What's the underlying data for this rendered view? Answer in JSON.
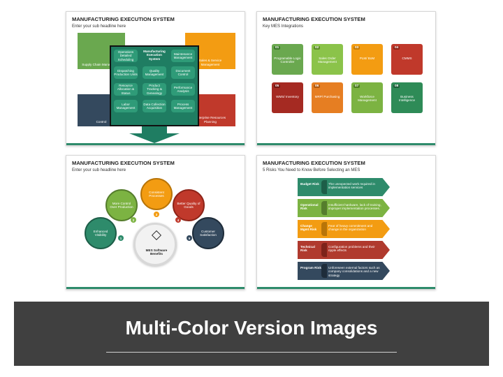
{
  "slides": [
    {
      "title": "MANUFACTURING EXECUTION SYSTEM",
      "subtitle": "Enter your sub headline here",
      "center_title": "Manufacturing Execution System",
      "cells": [
        "Operations Detailed Scheduling",
        "Maintenance Management",
        "Dispatching Production Units",
        "Quality Management",
        "Document Control",
        "Resource Allocation & Status",
        "Product Tracking & Genealogy",
        "Performance Analysis",
        "Labor Management",
        "Data Collection Acquisition",
        "Process Management"
      ],
      "blocks": [
        "Supply Chain Management",
        "Sales & Service Management",
        "Control",
        "Enterprise Resources Planning"
      ]
    },
    {
      "title": "MANUFACTURING EXECUTION SYSTEM",
      "subtitle": "Key MES Integrations",
      "tiles": [
        {
          "num": "01",
          "label": "Programable Logic Controller",
          "color": "#6aa84f"
        },
        {
          "num": "02",
          "label": "Sales Order Management",
          "color": "#8bc34a"
        },
        {
          "num": "03",
          "label": "PLM/ BoM",
          "color": "#f39c12"
        },
        {
          "num": "04",
          "label": "CMMS",
          "color": "#c0392b"
        },
        {
          "num": "05",
          "label": "WMS/ Inventory",
          "color": "#a52a22"
        },
        {
          "num": "06",
          "label": "MRP/ Purchasing",
          "color": "#e67e22"
        },
        {
          "num": "07",
          "label": "Workforce Management",
          "color": "#7cb342"
        },
        {
          "num": "08",
          "label": "Business Intelligence",
          "color": "#2e8b57"
        }
      ]
    },
    {
      "title": "MANUFACTURING EXECUTION SYSTEM",
      "subtitle": "Enter your sub headline here",
      "center_label": "MES Software Benefits",
      "benefits": [
        {
          "num": "1",
          "label": "Enhanced Visibility"
        },
        {
          "num": "2",
          "label": "More Control Over Production"
        },
        {
          "num": "3",
          "label": "Consistent Processes"
        },
        {
          "num": "4",
          "label": "Better Quality of Goods"
        },
        {
          "num": "5",
          "label": "Customer Satisfaction"
        }
      ]
    },
    {
      "title": "MANUFACTURING EXECUTION SYSTEM",
      "subtitle": "5 Risks You Need to Know Before Selecting an MES",
      "risks": [
        {
          "label": "Budget Risk",
          "desc": "The unexpected work required in implementation services",
          "color": "#2e8b6b"
        },
        {
          "label": "Operational Risk",
          "desc": "Insufficient hardware, lack of training, improper implementation processes.",
          "color": "#7cb342"
        },
        {
          "label": "Change Mgmt Risk",
          "desc": "Fear of heavy commitment and change in the organization",
          "color": "#f39c12"
        },
        {
          "label": "Technical Risk",
          "desc": "Configuration problems and their ripple effects",
          "color": "#b03a2e"
        },
        {
          "label": "Program Risk",
          "desc": "Unforeseen external factors such as company consolidations and a new strategy",
          "color": "#34495e"
        }
      ]
    }
  ],
  "banner": {
    "text": "Multi-Color Version Images"
  }
}
